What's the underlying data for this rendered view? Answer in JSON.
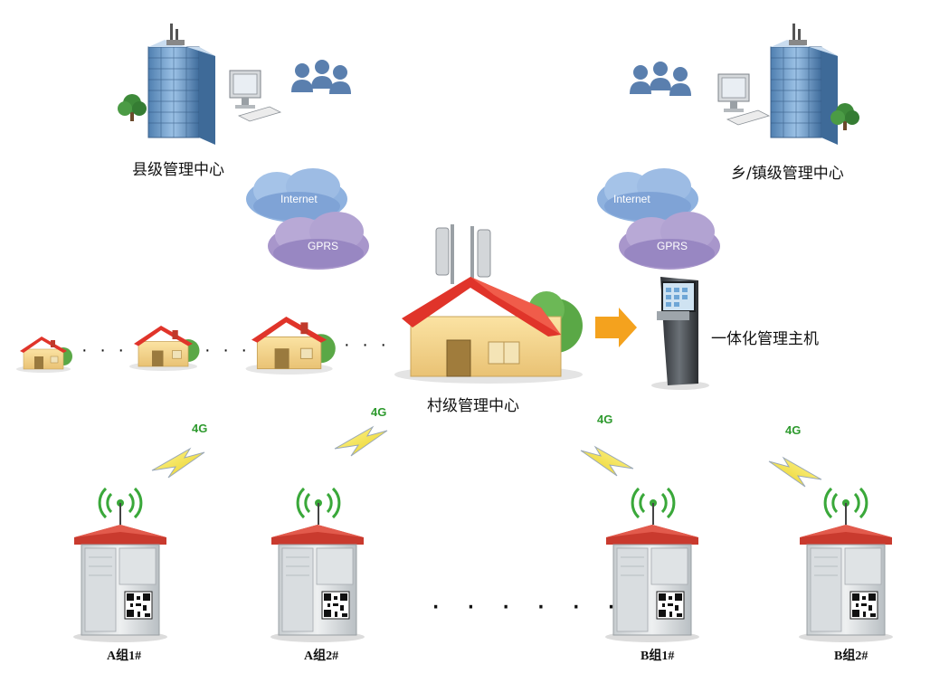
{
  "labels": {
    "county_center": "县级管理中心",
    "town_center": "乡/镇级管理中心",
    "village_center": "村级管理中心",
    "host": "一体化管理主机"
  },
  "clouds": {
    "internet": "Internet",
    "gprs": "GPRS"
  },
  "links": {
    "signal": "4G"
  },
  "stations": [
    {
      "label": "A组1#"
    },
    {
      "label": "A组2#"
    },
    {
      "label": "B组1#"
    },
    {
      "label": "B组2#"
    }
  ],
  "ellipsis": {
    "small": "· · ·",
    "large": "· · · · · ·"
  },
  "colors": {
    "roof_red": "#e0342a",
    "house_wall": "#f6d98a",
    "cloud_blue": "#7fa6d8",
    "cloud_purple": "#a596c8",
    "building_blue": "#6a9ac8",
    "bolt_yellow": "#f5e43a",
    "arrow_orange": "#f4a21e",
    "signal_green": "#3aa83a"
  }
}
